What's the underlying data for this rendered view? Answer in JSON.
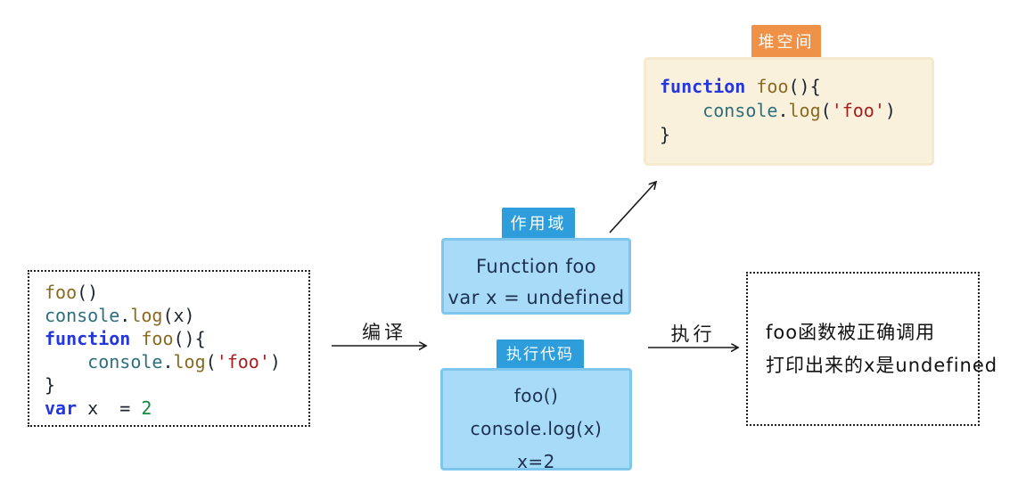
{
  "syntax_colors": {
    "keyword": "#2336e0",
    "name": "#8a6a22",
    "console": "#2e6f7d",
    "string": "#a31f1f",
    "number": "#0f8a3f",
    "plain": "#1b2430"
  },
  "accent_colors": {
    "tab_blue": "#2d9ddb",
    "tab_orange": "#ef9146",
    "box_light_blue": "#a8dbf7",
    "box_cream": "#faf1dc",
    "navy_text": "#1d3050"
  },
  "source_box": {
    "lines": [
      [
        "foo",
        "()"
      ],
      [
        "console",
        ".",
        "log",
        "(x)"
      ],
      [
        "function",
        " ",
        "foo",
        "(){"
      ],
      [
        "    ",
        "console",
        ".",
        "log",
        "(",
        "'foo'",
        ")"
      ],
      [
        "}"
      ],
      [
        "var",
        " x  = ",
        "2"
      ]
    ]
  },
  "compile_arrow": {
    "label": "编译"
  },
  "scope_box": {
    "tab": "作用域",
    "lines": [
      "Function foo",
      "var x = undefined"
    ]
  },
  "exec_box": {
    "tab": "执行代码",
    "lines": [
      "foo()",
      "console.log(x)",
      "x=2"
    ]
  },
  "heap_box": {
    "tab": "堆空间",
    "lines": [
      [
        "function",
        " ",
        "foo",
        "(){"
      ],
      [
        "    ",
        "console",
        ".",
        "log",
        "(",
        "'foo'",
        ")"
      ],
      [
        "}"
      ]
    ]
  },
  "execute_arrow": {
    "label": "执行"
  },
  "result_box": {
    "lines": [
      "foo函数被正确调用",
      "打印出来的x是undefined"
    ]
  }
}
